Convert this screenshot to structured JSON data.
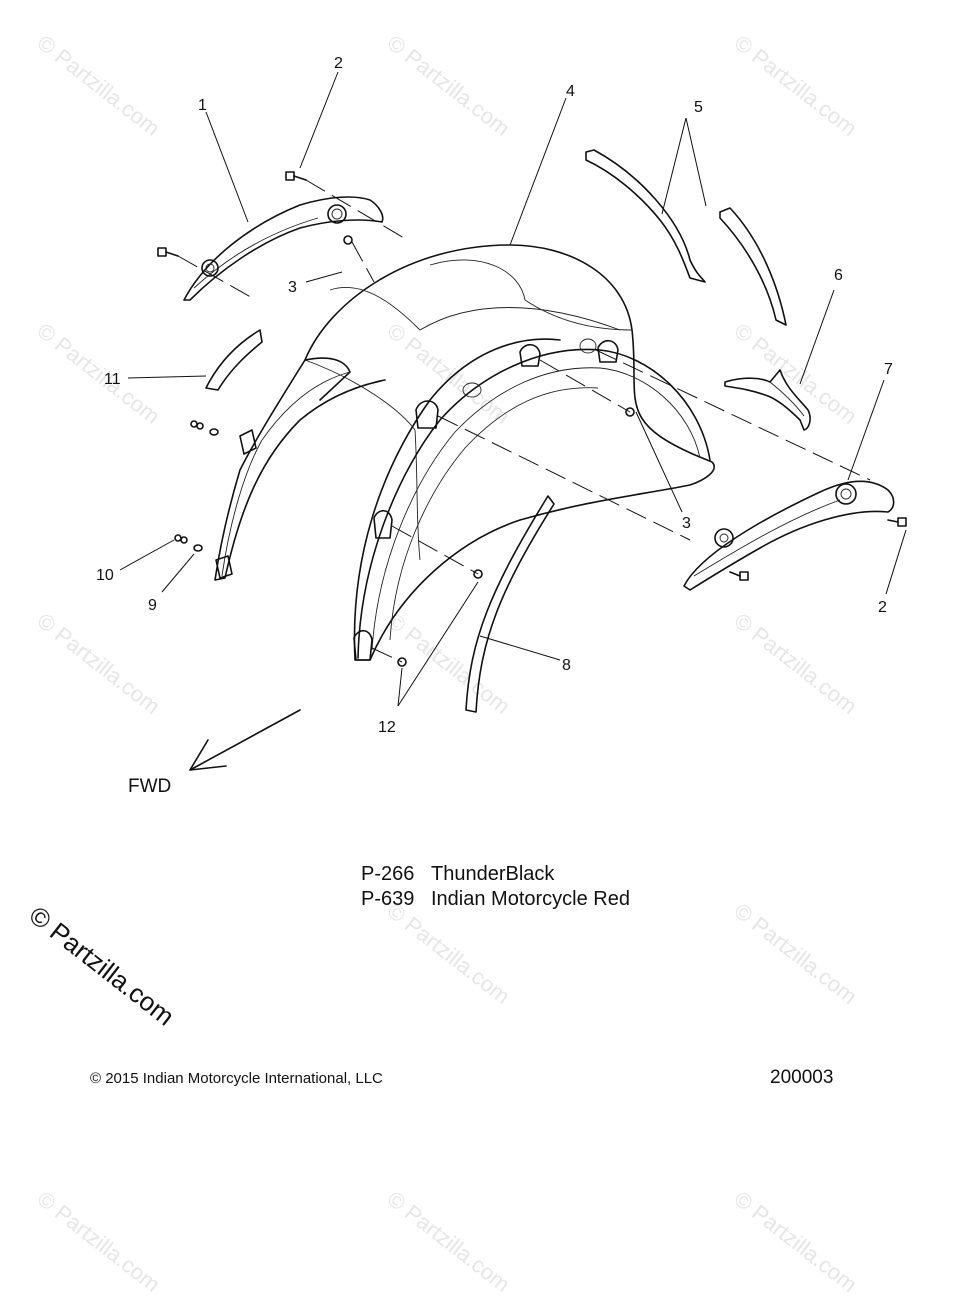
{
  "watermark": {
    "text": "© Partzilla.com"
  },
  "callouts": {
    "c1": "1",
    "c2a": "2",
    "c2b": "2",
    "c3a": "3",
    "c3b": "3",
    "c4": "4",
    "c5": "5",
    "c6": "6",
    "c7": "7",
    "c8": "8",
    "c9": "9",
    "c10": "10",
    "c11": "11",
    "c12": "12"
  },
  "direction": {
    "label": "FWD"
  },
  "paint_codes": [
    {
      "code": "P-266",
      "name": "ThunderBlack"
    },
    {
      "code": "P-639",
      "name": "Indian Motorcycle Red"
    }
  ],
  "copyright": "© 2015 Indian Motorcycle International, LLC",
  "diagram_id": "200003",
  "colors": {
    "line": "#111111",
    "watermark": "#e6e6e6",
    "background": "#ffffff"
  }
}
